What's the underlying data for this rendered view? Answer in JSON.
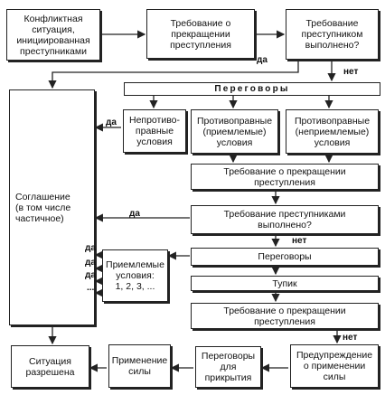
{
  "nodes": {
    "conflict": "Конфликтная\nситуация,\nинициированная\nпреступниками",
    "demand_stop_1": "Требование о\nпрекращении\nпреступления",
    "demand_met_1": "Требование\nпреступником\nвыполнено?",
    "negotiations_bar": "Переговоры",
    "non_illegal": "Непротиво-\nправные\nусловия",
    "illegal_acceptable": "Противоправные\n(приемлемые)\nусловия",
    "illegal_unacceptable": "Противоправные\n(неприемлемые)\nусловия",
    "demand_stop_2": "Требование о прекращении\nпреступления",
    "demand_met_2": "Требование преступниками\nвыполнено?",
    "negotiations_2": "Переговоры",
    "deadlock": "Тупик",
    "demand_stop_3": "Требование о прекращении\nпреступления",
    "warning_force": "Предупреждение\nо применении\nсилы",
    "negotiations_cover": "Переговоры\nдля прикрытия",
    "use_force": "Применение\nсилы",
    "resolved": "Ситуация\nразрешена",
    "agreement": "Соглашение\n(в том числе\nчастичное)",
    "acceptable_conditions": "Приемлемые\nусловия:\n1, 2, 3, ..."
  },
  "labels": {
    "yes_1": "да",
    "no_1": "нет",
    "yes_2": "да",
    "yes_3": "да",
    "no_2": "нет",
    "yes_4": "да",
    "yes_5": "да",
    "yes_6": "да",
    "dots": "...",
    "no_3": "нет"
  }
}
